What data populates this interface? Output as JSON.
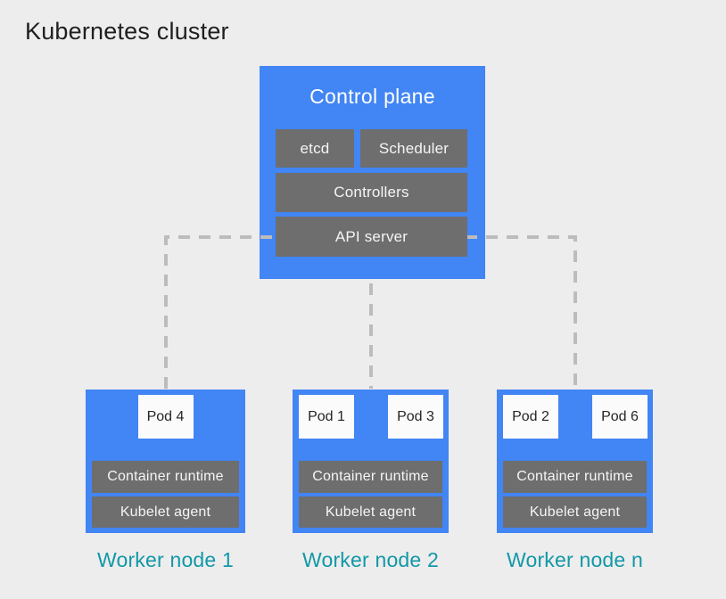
{
  "title": "Kubernetes cluster",
  "control_plane": {
    "title": "Control plane",
    "components": {
      "etcd": "etcd",
      "scheduler": "Scheduler",
      "controllers": "Controllers",
      "api_server": "API server"
    }
  },
  "worker_nodes": [
    {
      "label": "Worker node 1",
      "pods": [
        "Pod 4"
      ],
      "components": {
        "runtime": "Container runtime",
        "kubelet": "Kubelet agent"
      }
    },
    {
      "label": "Worker node 2",
      "pods": [
        "Pod 1",
        "Pod 3"
      ],
      "components": {
        "runtime": "Container runtime",
        "kubelet": "Kubelet agent"
      }
    },
    {
      "label": "Worker node n",
      "pods": [
        "Pod 2",
        "Pod 6"
      ],
      "components": {
        "runtime": "Container runtime",
        "kubelet": "Kubelet agent"
      }
    }
  ],
  "colors": {
    "background": "#ededed",
    "node_blue": "#4285f4",
    "component_gray": "#6e6e6e",
    "pod_white": "#fbfbfb",
    "worker_label_teal": "#1298a7",
    "dashed_line": "#bcbcbc",
    "title_text": "#1f1f1f"
  }
}
